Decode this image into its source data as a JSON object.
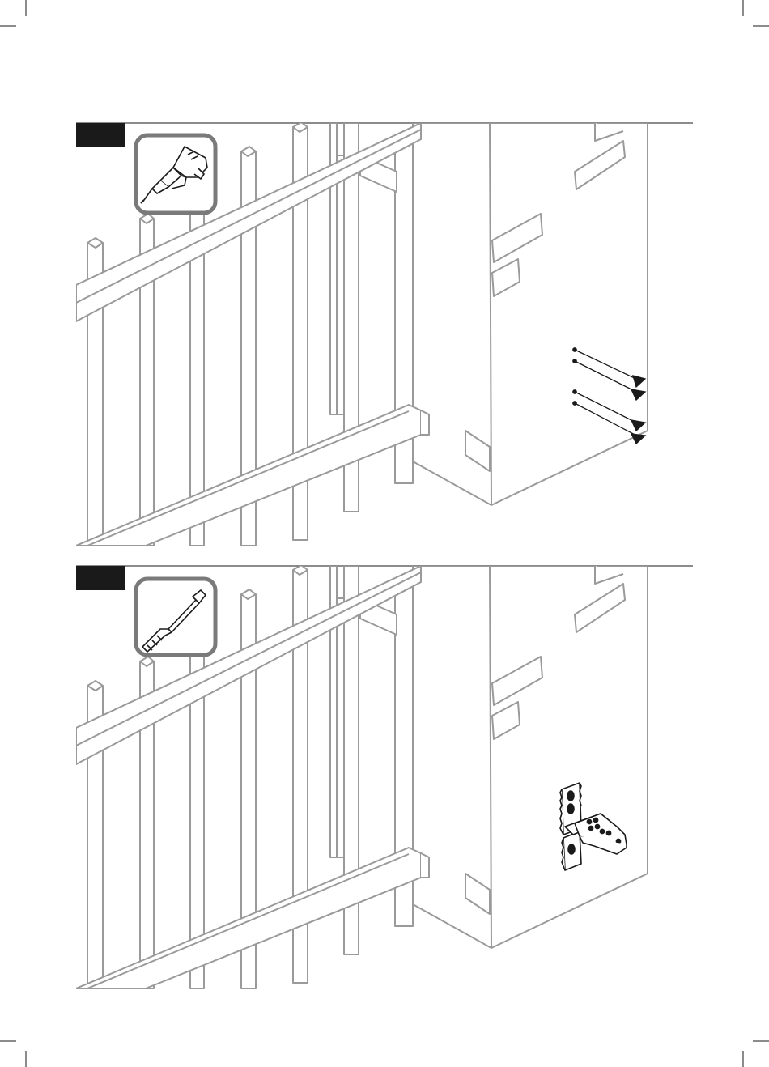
{
  "page": {
    "background": "#ffffff",
    "line_color": "#9a9a9a",
    "dark_color": "#1a1a1a",
    "step_tab_color": "#1a1a1a",
    "tool_frame_color": "#7a7a7a"
  },
  "steps": [
    {
      "tool_icon": "cordless-drill-icon",
      "action": "drill-pilot-holes",
      "hole_count": 4
    },
    {
      "tool_icon": "screwdriver-icon",
      "action": "attach-hinge-bracket",
      "hardware_icon": "hinge-bracket-icon"
    }
  ]
}
